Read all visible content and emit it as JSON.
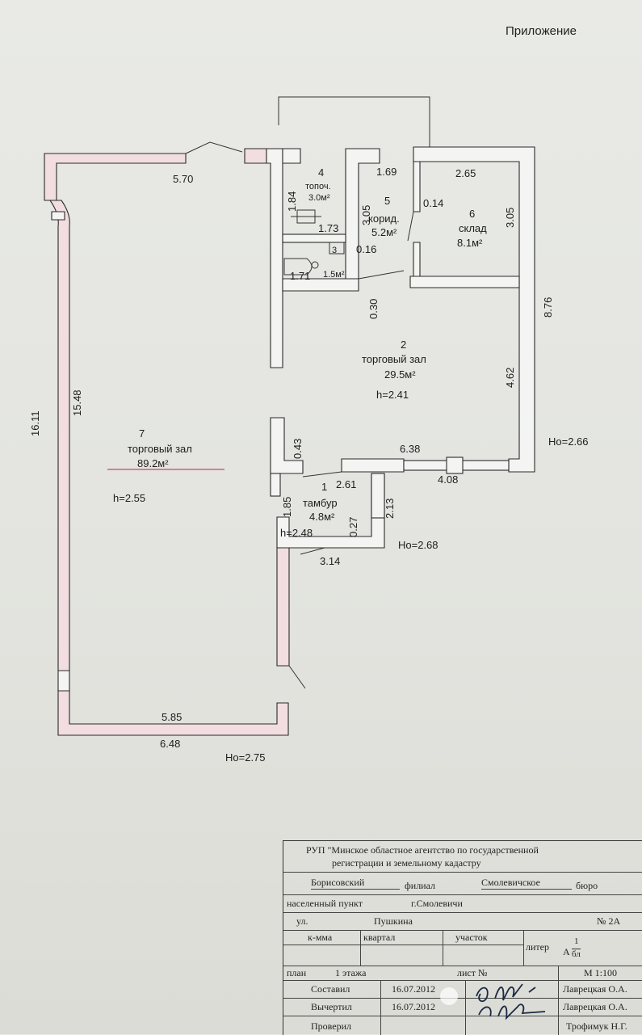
{
  "header": {
    "appendix": "Приложение"
  },
  "rooms": [
    {
      "no": "1",
      "name": "тамбур",
      "area": "4.8м²",
      "h": "h=2.48"
    },
    {
      "no": "2",
      "name": "торговый зал",
      "area": "29.5м²",
      "h": "h=2.41"
    },
    {
      "no": "3",
      "name": "",
      "area": "1.5м²",
      "h": ""
    },
    {
      "no": "4",
      "name": "топоч.",
      "area": "3.0м²",
      "h": ""
    },
    {
      "no": "5",
      "name": "корид.",
      "area": "5.2м²",
      "h": ""
    },
    {
      "no": "6",
      "name": "склад",
      "area": "8.1м²",
      "h": ""
    },
    {
      "no": "7",
      "name": "торговый зал",
      "area": "89.2м²",
      "h": "h=2.55"
    }
  ],
  "dims": {
    "d570": "5.70",
    "d1611": "16.11",
    "d1548": "15.48",
    "d585": "5.85",
    "d648": "6.48",
    "d184": "1.84",
    "d173": "1.73",
    "d305a": "3.05",
    "d169": "1.69",
    "d016": "0.16",
    "d171": "1.71",
    "d030": "0.30",
    "d265": "2.65",
    "d014": "0.14",
    "d305b": "3.05",
    "d876": "8.76",
    "d462": "4.62",
    "d638": "6.38",
    "d408": "4.08",
    "d043": "0.43",
    "d261": "2.61",
    "d213": "2.13",
    "d185": "1.85",
    "d027": "0.27",
    "d314": "3.14"
  },
  "heights": {
    "ho266": "Но=2.66",
    "ho268": "Но=2.68",
    "ho275": "Но=2.75"
  },
  "stamp": {
    "org_line1": "РУП \"Минское областное агентство по государственной",
    "org_line2": "регистрации и земельному кадастру",
    "branch_value": "Борисовский",
    "branch_label": "филиал",
    "bureau_value": "Смолевичское",
    "bureau_label": "бюро",
    "settlement_label": "населенный пункт",
    "settlement_value": "г.Смолевичи",
    "street_label": "ул.",
    "street_value": "Пушкина",
    "house_no": "№ 2А",
    "kmma": "к-мма",
    "kvartal": "квартал",
    "uchastok": "участок",
    "litera_label": "литер",
    "litera_value": "А",
    "litera_num": "1",
    "litera_den": "бл",
    "plan_label": "план",
    "floor": "1 этажа",
    "sheet": "лист №",
    "scale": "М 1:100",
    "compiled_label": "Составил",
    "compiled_date": "16.07.2012",
    "compiled_name": "Лаврецкая О.А.",
    "drawn_label": "Вычертил",
    "drawn_date": "16.07.2012",
    "drawn_name": "Лаврецкая О.А.",
    "checked_label": "Проверил",
    "checked_name": "Трофимук Н.Г."
  }
}
